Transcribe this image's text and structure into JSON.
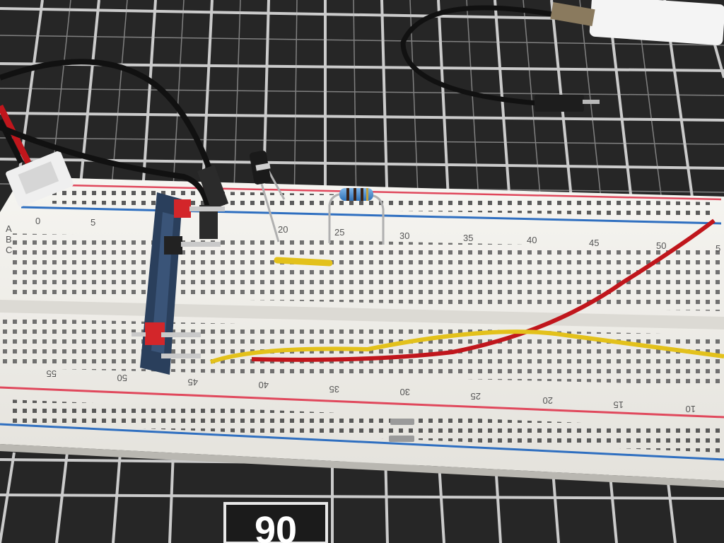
{
  "photo": {
    "subject": "",
    "mat_number": "90",
    "top_row_numbers": [
      "0",
      "5",
      "20",
      "25",
      "30",
      "35",
      "40",
      "45",
      "50",
      "5"
    ],
    "bottom_row_numbers": [
      "55",
      "50",
      "45",
      "40",
      "35",
      "30",
      "25",
      "20",
      "15",
      "10"
    ],
    "row_letters": [
      "A",
      "B",
      "C"
    ],
    "colors": {
      "mat": "#262626",
      "grid_lines": "#e8e8e8",
      "breadboard": "#f1efea",
      "rail_red": "#e0485c",
      "rail_blue": "#2f6fc0",
      "wire_red": "#c0161c",
      "wire_yellow": "#e3c11b",
      "wire_black": "#111111",
      "module_pcb": "#2a3f5c"
    }
  }
}
